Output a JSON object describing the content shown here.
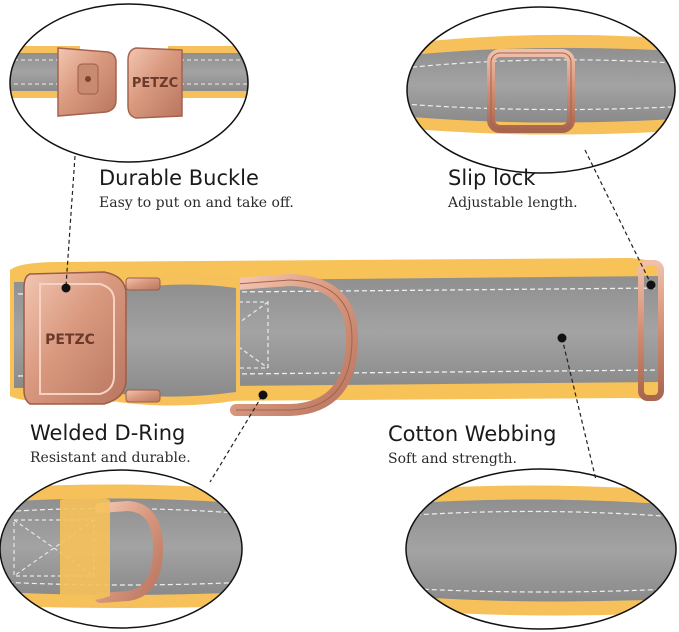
{
  "product": {
    "brand_engraving": "PETZC",
    "colors": {
      "webbing_gray": "#9a9a9a",
      "plush_yellow": "#f7c257",
      "rose_gold": "#d9997f",
      "stitch": "#e9e9e9"
    }
  },
  "callouts": [
    {
      "title": "Durable Buckle",
      "subtitle": "Easy to put on and take off."
    },
    {
      "title": "Slip lock",
      "subtitle": "Adjustable length."
    },
    {
      "title": "Welded D-Ring",
      "subtitle": "Resistant and durable."
    },
    {
      "title": "Cotton Webbing",
      "subtitle": "Soft and strength."
    }
  ]
}
